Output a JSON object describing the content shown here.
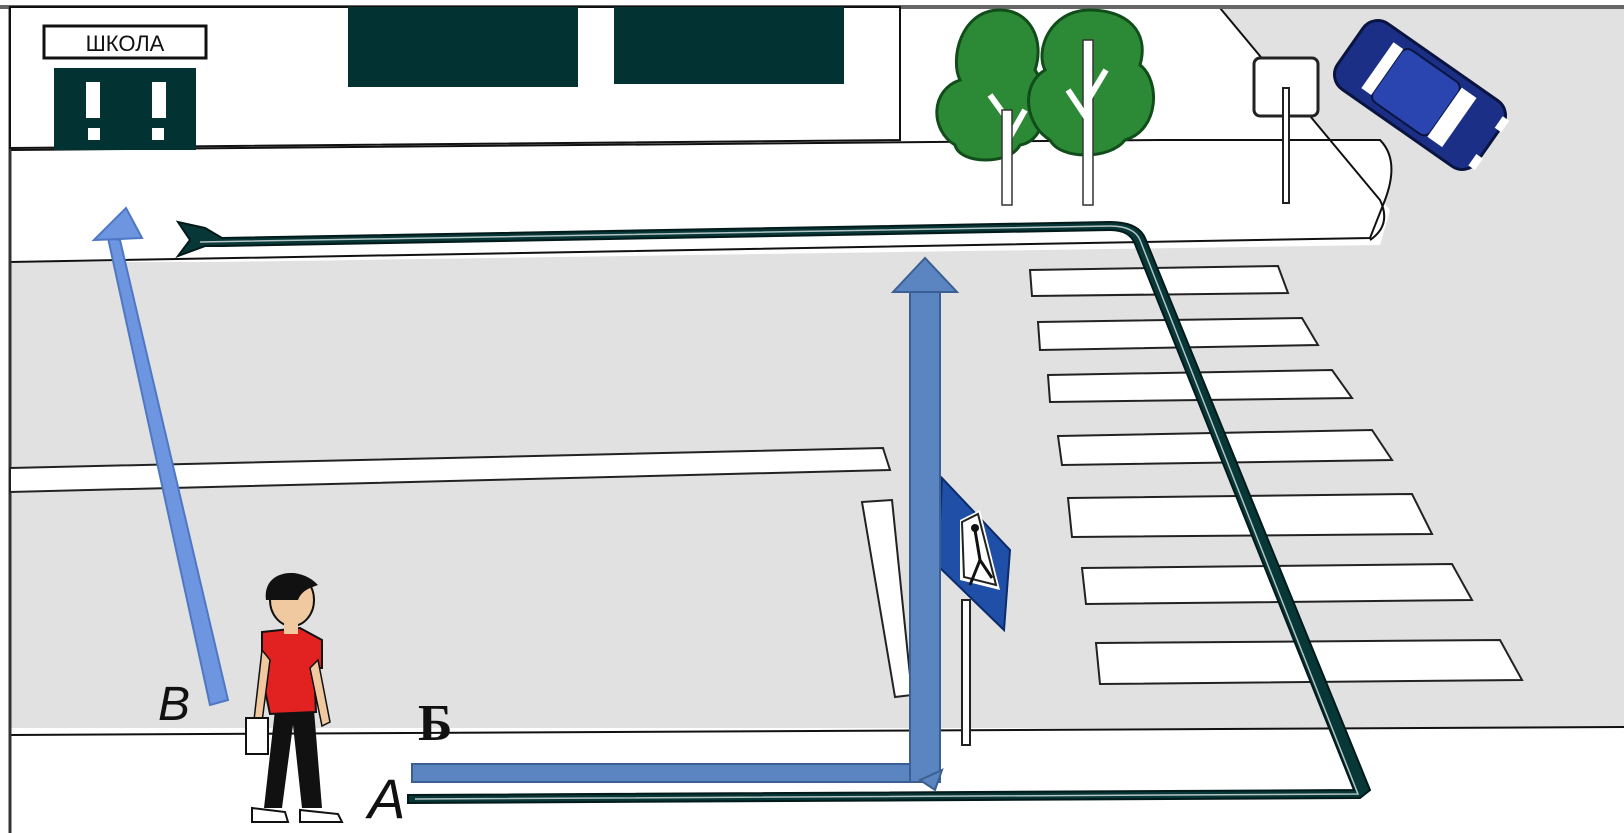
{
  "school_sign": {
    "text": "ШКОЛА"
  },
  "route_labels": {
    "a": "А",
    "b": "Б",
    "v": "В"
  },
  "colors": {
    "road": "#e1e1e1",
    "sidewalk": "#ffffff",
    "building_dark": "#033232",
    "route_dark": "#083737",
    "route_blue": "#5b85c0",
    "route_light_blue": "#6d95e0",
    "car_blue": "#1c2f86",
    "tree_green": "#2c8a36",
    "shirt_red": "#e22121",
    "sign_blue": "#1f4fa6"
  },
  "icons": {
    "pedestrian_crossing_sign": "pedestrian-crossing-sign-icon",
    "car": "car-icon",
    "tree": "tree-icon",
    "boy": "pedestrian-boy-icon"
  }
}
